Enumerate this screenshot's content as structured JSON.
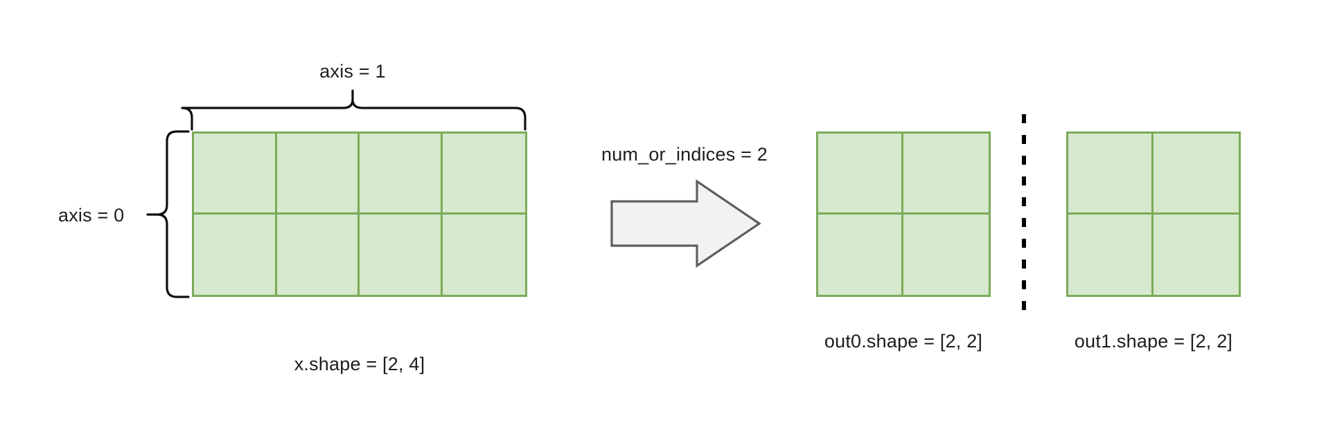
{
  "diagram": {
    "title_text_present": false,
    "source": {
      "axis_row_label": "axis = 0",
      "axis_col_label": "axis = 1",
      "shape_label": "x.shape = [2, 4]",
      "rows": 2,
      "cols": 4
    },
    "operation": {
      "param_label": "num_or_indices = 2",
      "arrow_icon": "right-block-arrow-icon"
    },
    "outputs": [
      {
        "shape_label": "out0.shape = [2, 2]",
        "rows": 2,
        "cols": 2
      },
      {
        "shape_label": "out1.shape = [2, 2]",
        "rows": 2,
        "cols": 2
      }
    ],
    "divider": {
      "style": "dashed-vertical",
      "icon": "vertical-dashed-divider-icon"
    },
    "colors": {
      "cell_fill": "#d6e8cd",
      "cell_stroke": "#7aab58",
      "brace_stroke": "#0f0f0f",
      "arrow_fill": "#f2f2f2",
      "arrow_stroke": "#5e5e5e",
      "divider_stroke": "#000000",
      "text": "#1d1d1d",
      "background": "#ffffff"
    }
  }
}
